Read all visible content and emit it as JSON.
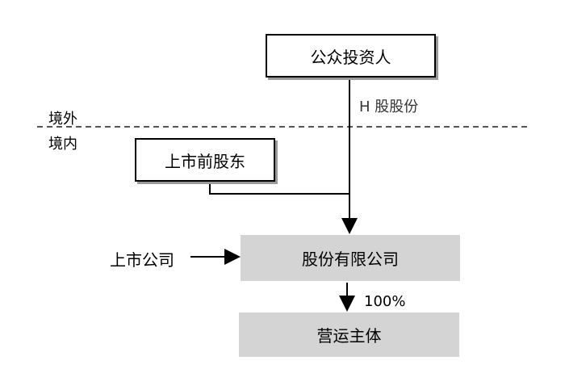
{
  "nodes": {
    "public_investors": "公众投资人",
    "pre_ipo_shareholders": "上市前股东",
    "joint_stock_company": "股份有限公司",
    "operating_entity": "营运主体"
  },
  "labels": {
    "h_shares": "H 股股份",
    "offshore": "境外",
    "onshore": "境内",
    "listed_company": "上市公司",
    "ownership_pct": "100%"
  }
}
